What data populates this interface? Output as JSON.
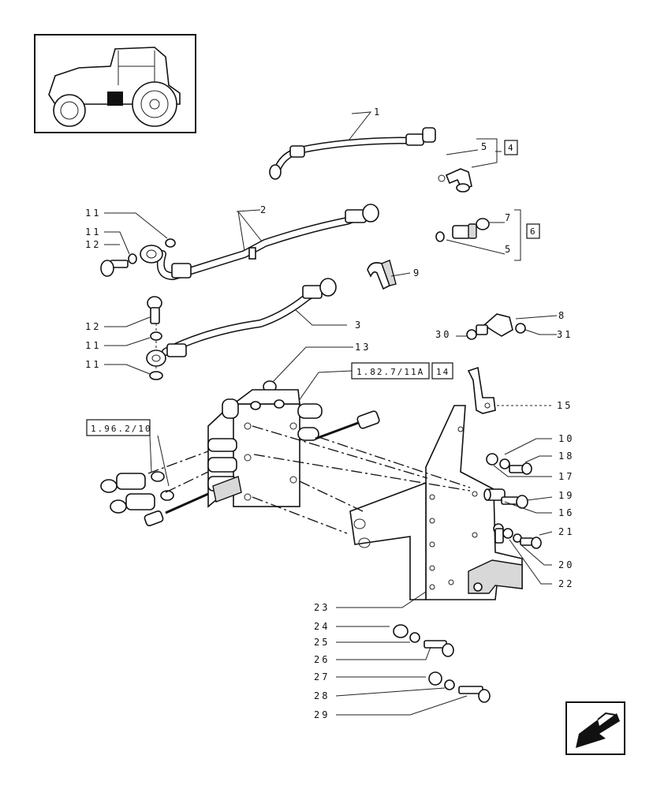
{
  "callouts": {
    "c1": "1",
    "c2": "2",
    "c3": "3",
    "c5a": "5",
    "c5b": "5",
    "c7": "7",
    "c8": "8",
    "c9": "9",
    "c10": "10",
    "c11a": "11",
    "c11b": "11",
    "c11c": "11",
    "c11d": "11",
    "c12a": "12",
    "c12b": "12",
    "c13": "13",
    "c15": "15",
    "c16": "16",
    "c17": "17",
    "c18": "18",
    "c19": "19",
    "c20": "20",
    "c21": "21",
    "c22": "22",
    "c23": "23",
    "c24": "24",
    "c25": "25",
    "c26": "26",
    "c27": "27",
    "c28": "28",
    "c29": "29",
    "c30": "30",
    "c31": "31"
  },
  "references": {
    "ref_valve": "1.82.7/11A",
    "ref_valve_num": "14",
    "ref_coupler": "1.96.2/10",
    "ref_4": "4",
    "ref_6": "6"
  },
  "icons": {
    "thumbnail": "tractor-thumbnail-icon",
    "navigation": "return-arrow-icon"
  }
}
